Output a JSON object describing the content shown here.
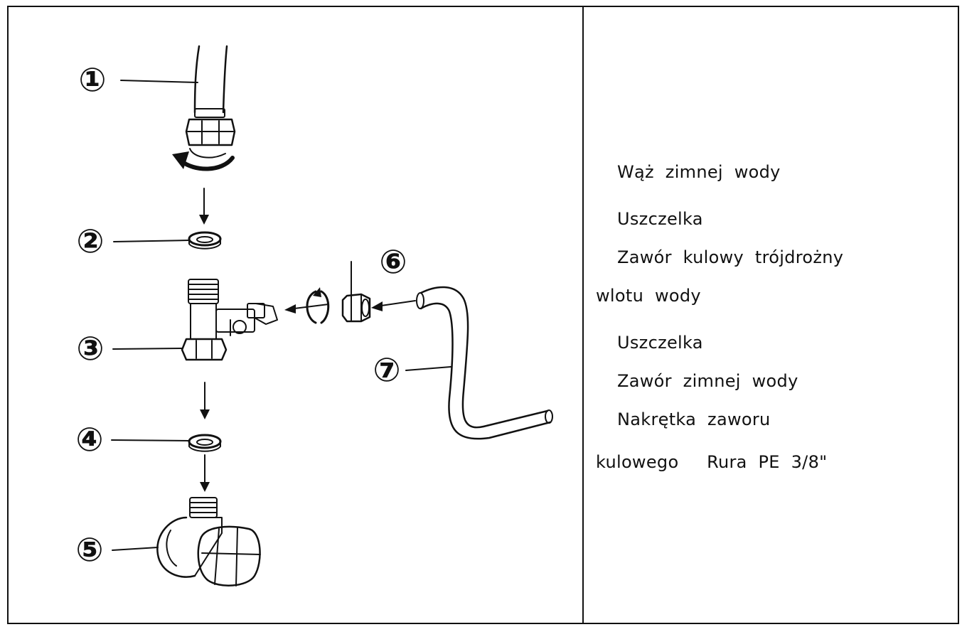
{
  "diagram": {
    "callouts": [
      "①",
      "②",
      "③",
      "④",
      "⑤",
      "⑥",
      "⑦"
    ],
    "colors": {
      "line": "#111111",
      "paper": "#ffffff"
    }
  },
  "legend": {
    "lines": [
      "Wąż  zimnej  wody",
      "Uszczelka",
      "Zawór  kulowy  trójdrożny",
      "wlotu  wody",
      "Uszczelka",
      "Zawór  zimnej  wody",
      "Nakrętka  zaworu",
      "kulowego     Rura  PE  3/8\""
    ]
  }
}
